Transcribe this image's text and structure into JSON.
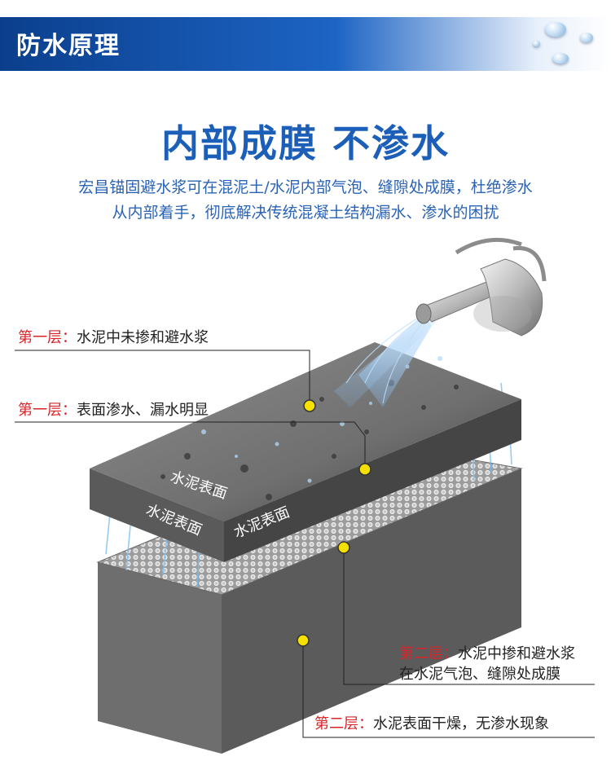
{
  "banner": {
    "title": "防水原理"
  },
  "headline": "内部成膜 不渗水",
  "description": {
    "line1": "宏昌锚固避水浆可在混泥土/水泥内部气泡、缝隙处成膜，杜绝渗水",
    "line2": "从内部着手，彻底解决传统混凝土结构漏水、渗水的困扰"
  },
  "callouts": [
    {
      "tag": "第一层：",
      "text": "水泥中未掺和避水浆"
    },
    {
      "tag": "第一层：",
      "text": "表面渗水、漏水明显"
    },
    {
      "tag": "第二层：",
      "text": "水泥中掺和避水浆",
      "text2": "在水泥气泡、缝隙处成膜"
    },
    {
      "tag": "第二层：",
      "text": "水泥表面干燥，无渗水现象"
    }
  ],
  "block_labels": {
    "side_upper": "水泥表面",
    "left_face": "水泥表面",
    "front_face": "水泥表面"
  },
  "colors": {
    "banner_blue": "#0b3f8d",
    "headline_blue": "#1b5fb8",
    "tag_red": "#d9242a",
    "marker_yellow": "#f5e000"
  },
  "icons": [
    "water-drop-icon",
    "watering-can-icon"
  ]
}
